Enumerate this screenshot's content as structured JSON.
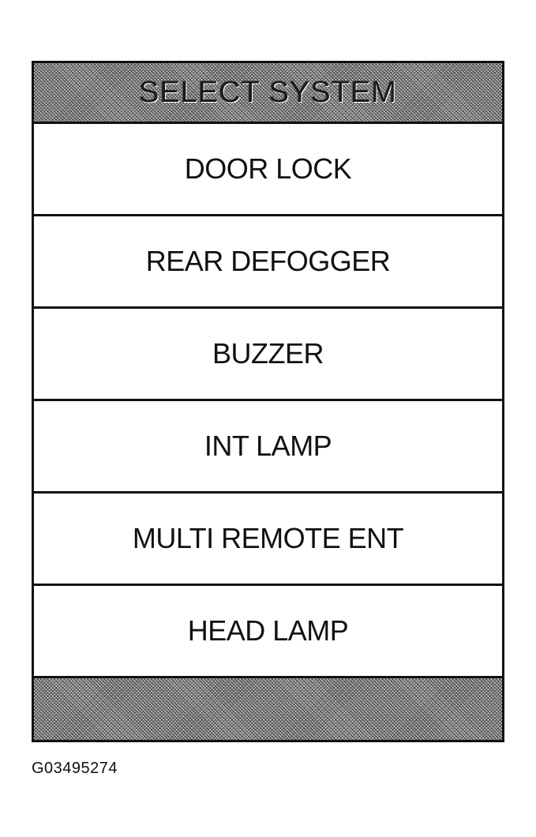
{
  "screen": {
    "header_title": "SELECT SYSTEM",
    "menu_items": [
      {
        "label": "DOOR LOCK"
      },
      {
        "label": "REAR DEFOGGER"
      },
      {
        "label": "BUZZER"
      },
      {
        "label": "INT LAMP"
      },
      {
        "label": "MULTI REMOTE ENT"
      },
      {
        "label": "HEAD LAMP"
      }
    ]
  },
  "figure_id": "G03495274"
}
